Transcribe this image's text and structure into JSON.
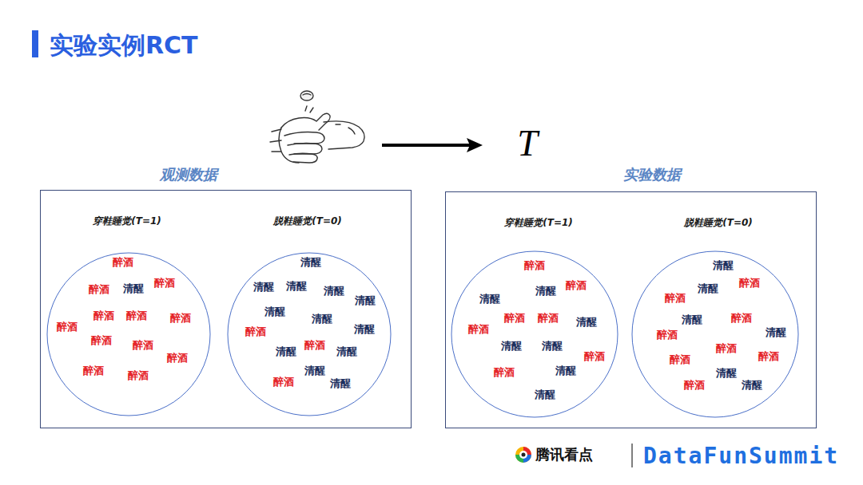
{
  "diagram": {
    "title": "实验实例RCT",
    "nodes": [
      {
        "text": [
          "观测数据"
        ]
      },
      {
        "text": [
          "穿鞋睡觉(T=1)",
          "醉酒",
          "醉酒",
          "清醒",
          "醉酒",
          "醉酒",
          "醉酒",
          "醉酒",
          "醉酒",
          "醉酒",
          "醉酒",
          "醉酒",
          "醉酒",
          "醉酒"
        ],
        "in": 0
      },
      {
        "text": [
          "脱鞋睡觉(T=0)",
          "清醒",
          "清醒",
          "清醒",
          "清醒",
          "清醒",
          "清醒",
          "清醒",
          "醉酒",
          "清醒",
          "清醒",
          "醉酒",
          "清醒",
          "清醒",
          "醉酒",
          "清醒"
        ],
        "in": 0
      },
      {
        "text": [
          "实验数据"
        ]
      },
      {
        "text": [
          "穿鞋睡觉(T=1)",
          "醉酒",
          "清醒",
          "醉酒",
          "清醒",
          "醉酒",
          "醉酒",
          "清醒",
          "醉酒",
          "清醒",
          "清醒",
          "醉酒",
          "醉酒",
          "清醒",
          "清醒"
        ],
        "in": 3
      },
      {
        "text": [
          "脱鞋睡觉(T=0)",
          "清醒",
          "清醒",
          "醉酒",
          "醉酒",
          "清醒",
          "醉酒",
          "清醒",
          "醉酒",
          "醉酒",
          "醉酒",
          "醉酒",
          "清醒",
          "醉酒",
          "清醒"
        ],
        "in": 3
      }
    ],
    "labels": [
      "T",
      "腾讯看点",
      "DataFunSummit"
    ]
  }
}
